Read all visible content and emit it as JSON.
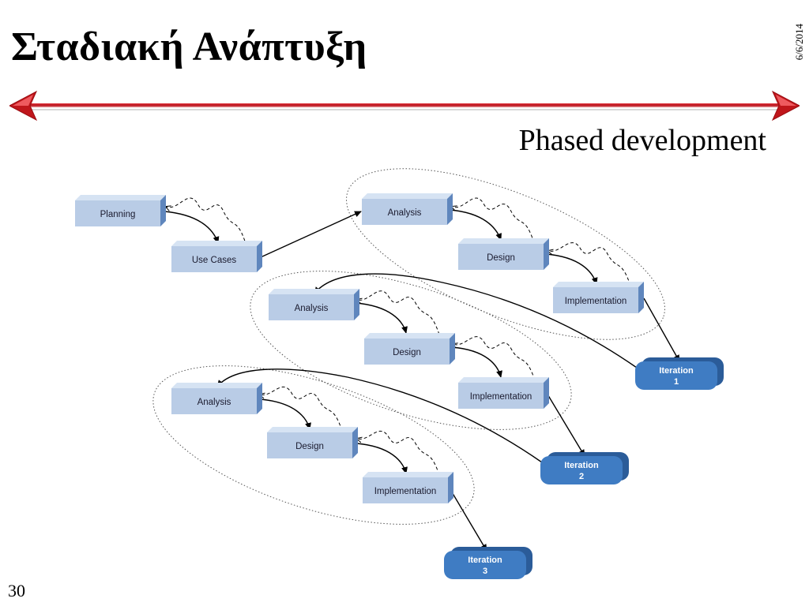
{
  "slide": {
    "title": "Σταδιακή Ανάπτυξη",
    "date": "6/6/2014",
    "subtitle": "Phased development",
    "number": "30"
  },
  "colors": {
    "box_face": "#b9cce6",
    "box_top": "#d6e3f3",
    "box_side": "#5f86bd",
    "iteration_fill": "#3f7cc3",
    "iteration_side": "#2b5c99",
    "divider": "#c0161b"
  },
  "diagram": {
    "planning": "Planning",
    "use_cases": "Use Cases",
    "analysis": "Analysis",
    "design": "Design",
    "implementation": "Implementation",
    "iteration_word": "Iteration",
    "iterations": [
      "1",
      "2",
      "3"
    ]
  }
}
